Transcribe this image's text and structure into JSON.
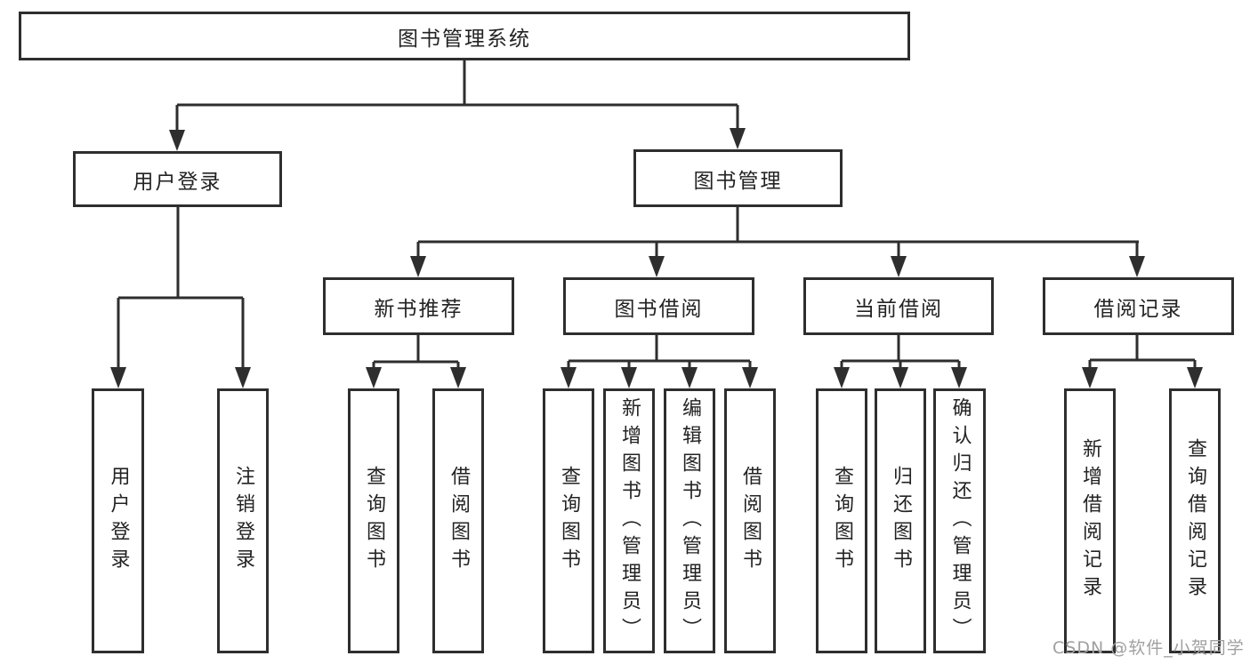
{
  "diagram": {
    "title": "图书管理系统",
    "root": {
      "label": "图书管理系统"
    },
    "level1": {
      "user_login": {
        "label": "用户登录"
      },
      "book_mgmt": {
        "label": "图书管理"
      }
    },
    "level2": {
      "new_book_rec": {
        "label": "新书推荐"
      },
      "book_borrow": {
        "label": "图书借阅"
      },
      "current_borrow": {
        "label": "当前借阅"
      },
      "borrow_records": {
        "label": "借阅记录"
      }
    },
    "leaves": {
      "user_login_leaf": {
        "label": "用户登录"
      },
      "logout_leaf": {
        "label": "注销登录"
      },
      "query_book_rec": {
        "label": "查询图书"
      },
      "borrow_book_rec": {
        "label": "借阅图书"
      },
      "query_book_borrow": {
        "label": "查询图书"
      },
      "add_book_admin": {
        "label": "新增图书（管理员）"
      },
      "edit_book_admin": {
        "label": "编辑图书（管理员）"
      },
      "borrow_book_borrow": {
        "label": "借阅图书"
      },
      "query_book_current": {
        "label": "查询图书"
      },
      "return_book": {
        "label": "归还图书"
      },
      "confirm_return_admin": {
        "label": "确认归还（管理员）"
      },
      "add_borrow_record": {
        "label": "新增借阅记录"
      },
      "query_borrow_record": {
        "label": "查询借阅记录"
      }
    }
  },
  "watermark": {
    "text": "CSDN @软件_小贺同学",
    "color": "#a0a0a0"
  },
  "colors": {
    "line": "#2e2e2e",
    "text": "#232323",
    "background": "#ffffff"
  }
}
